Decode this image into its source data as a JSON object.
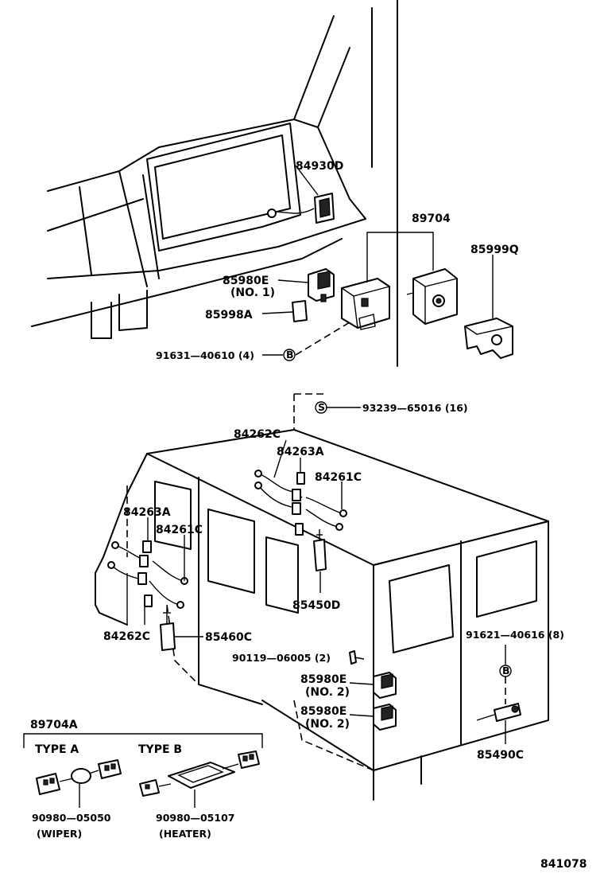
{
  "labels": {
    "p84930D": "84930D",
    "p89704": "89704",
    "p85999Q": "85999Q",
    "p85980E_1": "85980E",
    "p85980E_1_note": "(NO. 1)",
    "p85998A": "85998A",
    "p91631": "91631—40610 (4)",
    "p93239": "93239—65016 (16)",
    "p84262C_top": "84262C",
    "p84263A_top": "84263A",
    "p84261C_top": "84261C",
    "p84263A_left": "84263A",
    "p84261C_left": "84261C",
    "p85450D": "85450D",
    "p84262C_left": "84262C",
    "p85460C": "85460C",
    "p91621": "91621—40616 (8)",
    "p90119": "90119—06005 (2)",
    "p85980E_2a": "85980E",
    "p85980E_2a_note": "(NO. 2)",
    "p85980E_2b": "85980E",
    "p85980E_2b_note": "(NO. 2)",
    "p85490C": "85490C",
    "p89704A": "89704A",
    "type_a": "TYPE  A",
    "type_b": "TYPE  B",
    "p90980_05050": "90980—05050",
    "wiper": "(WIPER)",
    "p90980_05107": "90980—05107",
    "heater": "(HEATER)",
    "figure_no": "841078"
  },
  "symbols": {
    "bolt_b": "B",
    "bolt_s": "S",
    "bolt_b2": "B"
  }
}
